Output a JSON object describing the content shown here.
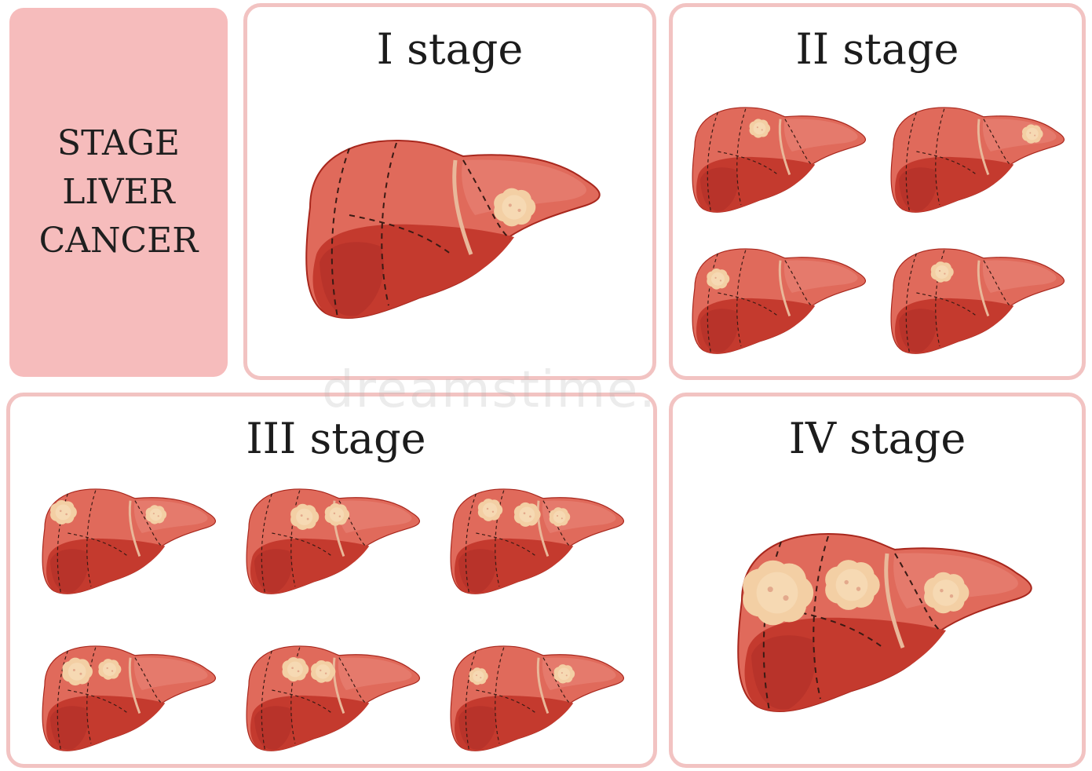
{
  "title": {
    "lines": [
      "STAGE",
      "LIVER",
      "CANCER"
    ]
  },
  "panels": [
    {
      "label": "I stage",
      "tumors_per_liver": 1,
      "liver_count": 1
    },
    {
      "label": "II stage",
      "liver_count": 4
    },
    {
      "label": "III stage",
      "liver_count": 6
    },
    {
      "label": "IV stage",
      "liver_count": 1
    }
  ],
  "watermark": "dreamstime.",
  "colors": {
    "title_box": "#f6bcbc",
    "panel_border": "#f2c3c2",
    "liver_light": "#e06a5b",
    "liver_dark": "#c43a2e",
    "tumor": "#f3cfa4"
  }
}
